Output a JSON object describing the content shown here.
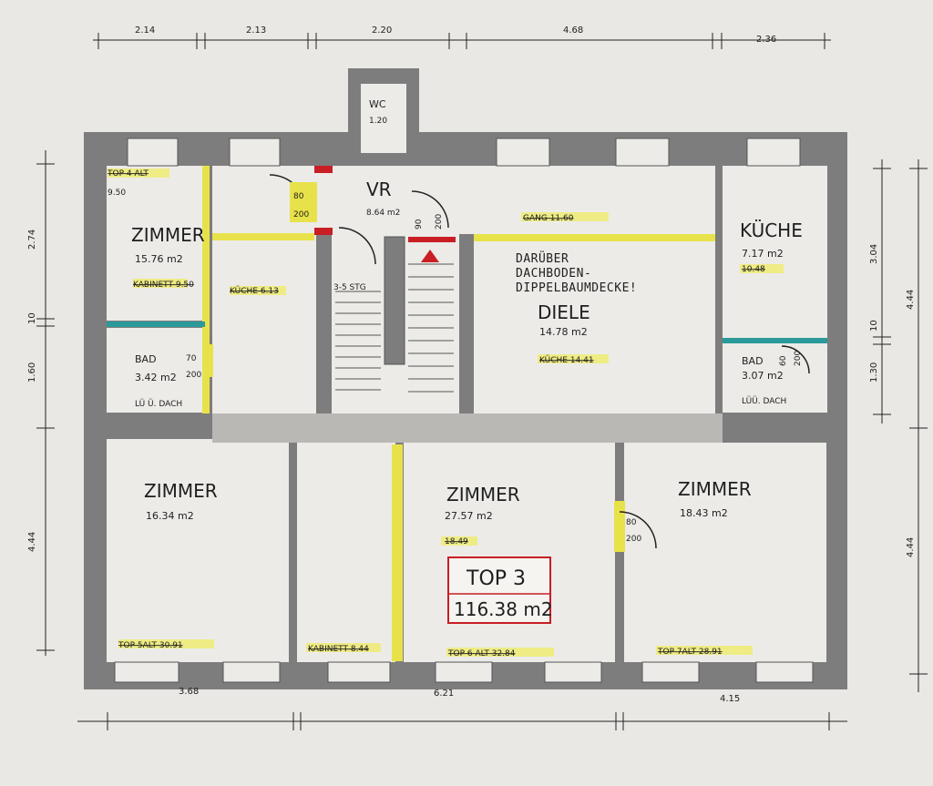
{
  "rooms": {
    "zimmer_tl": {
      "name": "ZIMMER",
      "area": "15.76 m2",
      "old_label": "TOP 4 ALT",
      "old_area": "9.50",
      "note": "KABINETT 9.50"
    },
    "bad_left": {
      "name": "BAD",
      "area": "3.42 m2",
      "note": "LÜ Ü. DACH"
    },
    "kueche_old": {
      "old": "KÜCHE 6.13"
    },
    "wc": {
      "name": "WC",
      "area": "1.20"
    },
    "vr": {
      "name": "VR",
      "area": "8.64 m2"
    },
    "gang": {
      "old": "GANG 11.60"
    },
    "diele": {
      "name": "DIELE",
      "area": "14.78 m2",
      "old": "KÜCHE 14.41",
      "note_line1": "DARÜBER",
      "note_line2": "DACHBODEN-",
      "note_line3": "DIPPELBAUMDECKE!"
    },
    "kueche": {
      "name": "KÜCHE",
      "area": "7.17 m2",
      "old": "10.48"
    },
    "bad_right": {
      "name": "BAD",
      "area": "3.07 m2",
      "note": "LÜÜ. DACH"
    },
    "zimmer_bl": {
      "name": "ZIMMER",
      "area": "16.34 m2",
      "old": "TOP 5ALT 30.91"
    },
    "kabinett": {
      "old": "KABINETT 8.44"
    },
    "zimmer_bc": {
      "name": "ZIMMER",
      "area": "27.57 m2",
      "old_area": "18.49",
      "old": "TOP 6 ALT 32.84"
    },
    "zimmer_br": {
      "name": "ZIMMER",
      "area": "18.43 m2",
      "old": "TOP 7ALT 28.91"
    }
  },
  "top_box": {
    "title": "TOP 3",
    "area": "116.38 m2"
  },
  "doors": {
    "d1_w": "80",
    "d1_h": "200",
    "d2_w": "90",
    "d2_h": "200",
    "d3_w": "70",
    "d3_h": "200",
    "d4_w": "80",
    "d4_h": "200",
    "d5_w": "60",
    "d5_h": "200"
  },
  "dims": {
    "top": [
      "2.14",
      "2.13",
      "2.20",
      "4.68",
      "2.36"
    ],
    "bottom": [
      "3.68",
      "6.21",
      "4.15"
    ],
    "left": [
      "2.74",
      "10",
      "1.60",
      "4.44"
    ],
    "right_inner": [
      "3.04",
      "10",
      "1.30"
    ],
    "right_outer": [
      "4.44",
      "4.44"
    ]
  },
  "stair_note": "3-5 STG",
  "colors": {
    "wall": "#7d7d7d",
    "floor": "#ecebe8",
    "yellow": "#e8e24a",
    "red": "#c81e24",
    "teal": "#2a9a9a",
    "ink": "#1e1e1e"
  }
}
